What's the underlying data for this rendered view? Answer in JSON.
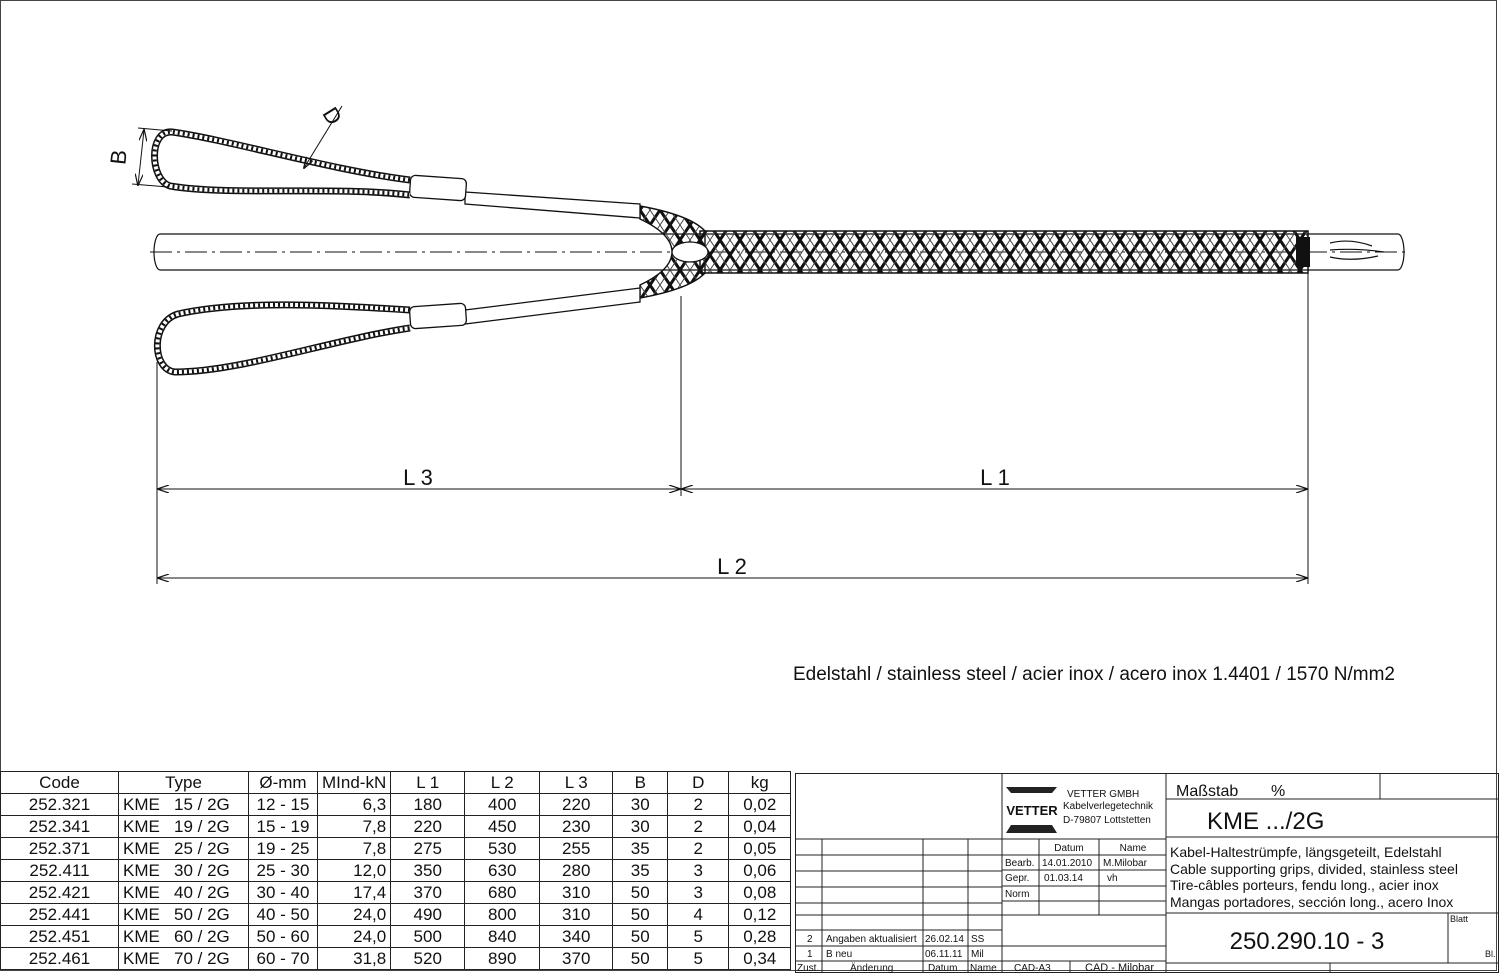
{
  "drawing_labels": {
    "b": "B",
    "d": "D",
    "l1": "L 1",
    "l2": "L 2",
    "l3": "L 3"
  },
  "material_note": "Edelstahl / stainless steel / acier inox / acero inox 1.4401 / 1570 N/mm2",
  "table": {
    "headers": [
      "Code",
      "Type",
      "Ø-mm",
      "MInd-kN",
      "L 1",
      "L 2",
      "L 3",
      "B",
      "D",
      "kg"
    ],
    "rows": [
      [
        "252.321",
        "KME   15 / 2G",
        "12 - 15",
        "6,3",
        "180",
        "400",
        "220",
        "30",
        "2",
        "0,02"
      ],
      [
        "252.341",
        "KME   19 / 2G",
        "15 - 19",
        "7,8",
        "220",
        "450",
        "230",
        "30",
        "2",
        "0,04"
      ],
      [
        "252.371",
        "KME   25 / 2G",
        "19 - 25",
        "7,8",
        "275",
        "530",
        "255",
        "35",
        "2",
        "0,05"
      ],
      [
        "252.411",
        "KME   30 / 2G",
        "25 - 30",
        "12,0",
        "350",
        "630",
        "280",
        "35",
        "3",
        "0,06"
      ],
      [
        "252.421",
        "KME   40 / 2G",
        "30 - 40",
        "17,4",
        "370",
        "680",
        "310",
        "50",
        "3",
        "0,08"
      ],
      [
        "252.441",
        "KME   50 / 2G",
        "40 - 50",
        "24,0",
        "490",
        "800",
        "310",
        "50",
        "4",
        "0,12"
      ],
      [
        "252.451",
        "KME   60 / 2G",
        "50 - 60",
        "24,0",
        "500",
        "840",
        "340",
        "50",
        "5",
        "0,28"
      ],
      [
        "252.461",
        "KME   70 / 2G",
        "60 - 70",
        "31,8",
        "520",
        "890",
        "370",
        "50",
        "5",
        "0,34"
      ]
    ]
  },
  "title_block": {
    "company_logo_text": "VETTER",
    "company_name": "VETTER GMBH",
    "company_line2": "Kabelverlegetechnik",
    "company_line3": "D-79807 Lottstetten",
    "scale_label": "Maßstab",
    "scale_unit": "%",
    "drawing_title": "KME .../2G",
    "desc_de": "Kabel-Haltestrümpfe, längsgeteilt, Edelstahl",
    "desc_en": "Cable supporting grips, divided, stainless steel",
    "desc_fr": "Tire-câbles porteurs, fendu long., acier inox",
    "desc_es": "Mangas portadores, sección long., acero Inox",
    "datum_header": "Datum",
    "name_header": "Name",
    "bearb_label": "Bearb.",
    "bearb_date": "14.01.2010",
    "bearb_name": "M.Milobar",
    "gepr_label": "Gepr.",
    "gepr_date": "01.03.14",
    "gepr_name": "vh",
    "norm_label": "Norm",
    "blatt_label": "Blatt",
    "bl_label": "Bl.",
    "drawing_number": "250.290.10 - 3",
    "rev2_num": "2",
    "rev2_text": "Angaben aktualisiert",
    "rev2_date": "26.02.14",
    "rev2_name": "SS",
    "rev1_num": "1",
    "rev1_text": "B neu",
    "rev1_date": "06.11.11",
    "rev1_name": "Mil",
    "zust_label": "Zust.",
    "aenderung_label": "Änderung",
    "datum_label": "Datum",
    "name_label": "Name",
    "cad_format": "CAD-A3",
    "cad_author": "CAD - Milobar"
  }
}
